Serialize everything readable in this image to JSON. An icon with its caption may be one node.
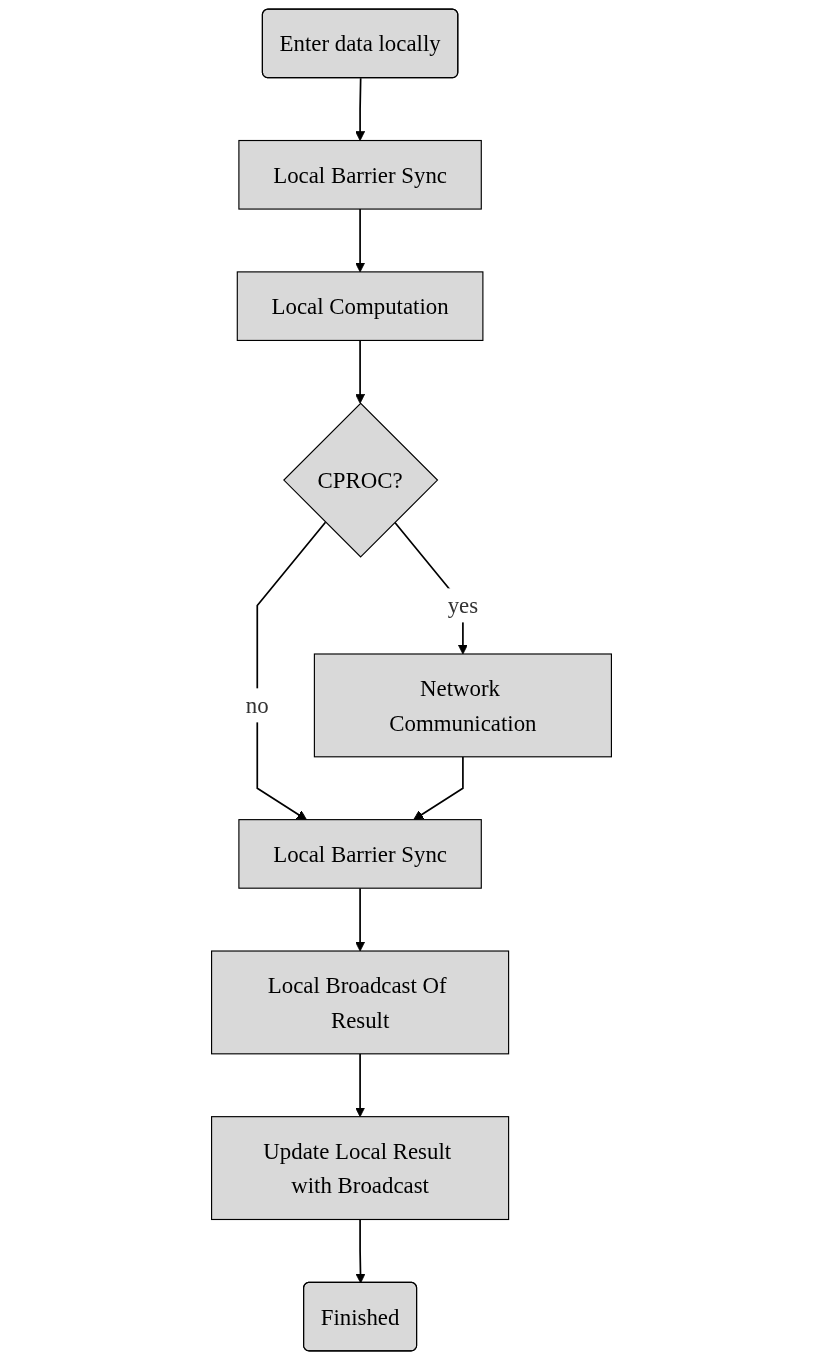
{
  "diagram": {
    "nodes": [
      {
        "text": [
          "Enter data locally"
        ]
      },
      {
        "text": [
          "Local Barrier Sync"
        ]
      },
      {
        "text": [
          "Local Computation"
        ]
      },
      {
        "text": [
          "CPROC?"
        ]
      },
      {
        "text": [
          "Network Communication"
        ]
      },
      {
        "text": [
          "Local Barrier Sync"
        ]
      },
      {
        "text": [
          "Local Broadcast Of Result"
        ]
      },
      {
        "text": [
          "Update Local Result with Broadcast"
        ]
      },
      {
        "text": [
          "Finished"
        ]
      }
    ],
    "edges": [
      {
        "from": 0,
        "to": 1,
        "arrow": "to"
      },
      {
        "from": 1,
        "to": 2,
        "arrow": "to"
      },
      {
        "from": 2,
        "to": 3,
        "arrow": "to"
      },
      {
        "from": 3,
        "to": 4,
        "arrow": "to",
        "label": "yes"
      },
      {
        "from": 3,
        "to": 5,
        "arrow": "to",
        "label": "no"
      },
      {
        "from": 4,
        "to": 5,
        "arrow": "to"
      },
      {
        "from": 5,
        "to": 6,
        "arrow": "to"
      },
      {
        "from": 6,
        "to": 7,
        "arrow": "to"
      },
      {
        "from": 7,
        "to": 8,
        "arrow": "to"
      }
    ]
  }
}
